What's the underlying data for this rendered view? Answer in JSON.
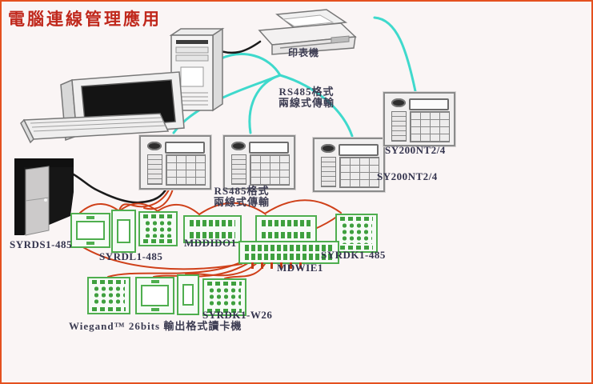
{
  "title": "電腦連線管理應用",
  "colors": {
    "page_border": "#e4511f",
    "title_red": "#c0281c",
    "wire_cyan": "#3fd9cc",
    "wire_red": "#cf4019",
    "wire_black": "#1b1b1b",
    "module_green": "#4fae4f",
    "device_gray": "#8b8b8b",
    "label_dark": "#34344e"
  },
  "labels": {
    "printer": "印表機",
    "rs485_top_line1": "RS485格式",
    "rs485_top_line2": "兩線式傳輸",
    "rs485_mid_line1": "RS485格式",
    "rs485_mid_line2": "兩線式傳輸",
    "keypad_top_right": "SY200NT2/4",
    "keypad_row_right": "SY200NT2/4",
    "module_syrds": "SYRDS1-485",
    "module_syrdl": "SYRDL1-485",
    "module_mddido": "MDDIDO1",
    "module_syrdk485": "SYRDK1-485",
    "module_mdwie": "MDWIE1",
    "module_syrdkw26": "SYRDK1-W26",
    "wiegand_note": "Wiegand™ 26bits 輸出格式讀卡機"
  }
}
